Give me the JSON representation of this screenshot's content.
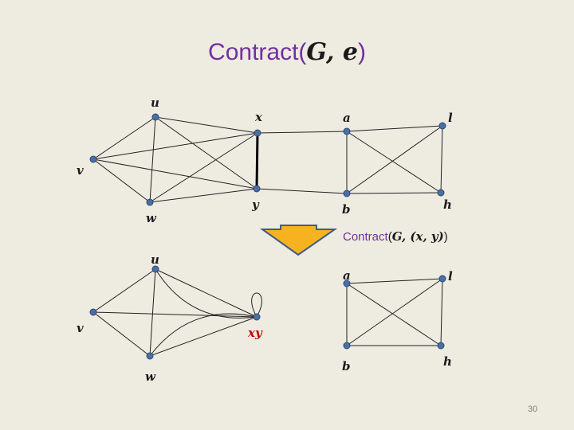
{
  "title": {
    "function": "Contract",
    "open": "(",
    "args": "G, e",
    "close": ")"
  },
  "subtitle": {
    "function": "Contract",
    "open": "(",
    "args": "G, (x, y)",
    "close": ")"
  },
  "top_graph": {
    "nodes": [
      "u",
      "x",
      "a",
      "l",
      "v",
      "w",
      "y",
      "b",
      "h"
    ],
    "edges": [
      [
        "u",
        "x"
      ],
      [
        "u",
        "v"
      ],
      [
        "u",
        "w"
      ],
      [
        "u",
        "y"
      ],
      [
        "x",
        "v"
      ],
      [
        "x",
        "w"
      ],
      [
        "x",
        "y"
      ],
      [
        "v",
        "w"
      ],
      [
        "v",
        "y"
      ],
      [
        "w",
        "y"
      ],
      [
        "y",
        "b"
      ],
      [
        "x",
        "a"
      ],
      [
        "a",
        "l"
      ],
      [
        "a",
        "b"
      ],
      [
        "a",
        "h"
      ],
      [
        "l",
        "b"
      ],
      [
        "l",
        "h"
      ],
      [
        "b",
        "h"
      ]
    ],
    "contracted_edge": [
      "x",
      "y"
    ]
  },
  "bottom_graph": {
    "nodes": [
      "u",
      "a",
      "l",
      "v",
      "xy",
      "w",
      "b",
      "h"
    ],
    "edges": [
      [
        "u",
        "v"
      ],
      [
        "u",
        "w"
      ],
      [
        "u",
        "xy"
      ],
      [
        "u",
        "xy"
      ],
      [
        "v",
        "w"
      ],
      [
        "v",
        "xy"
      ],
      [
        "w",
        "xy"
      ],
      [
        "w",
        "xy"
      ],
      [
        "xy",
        "xy"
      ],
      [
        "a",
        "l"
      ],
      [
        "a",
        "b"
      ],
      [
        "a",
        "h"
      ],
      [
        "l",
        "b"
      ],
      [
        "l",
        "h"
      ],
      [
        "b",
        "h"
      ]
    ]
  },
  "page_number": "30",
  "colors": {
    "node": "#4a6fa5",
    "title": "#7030a0",
    "merged_label": "#c00000",
    "arrow": "#f7b21f"
  }
}
